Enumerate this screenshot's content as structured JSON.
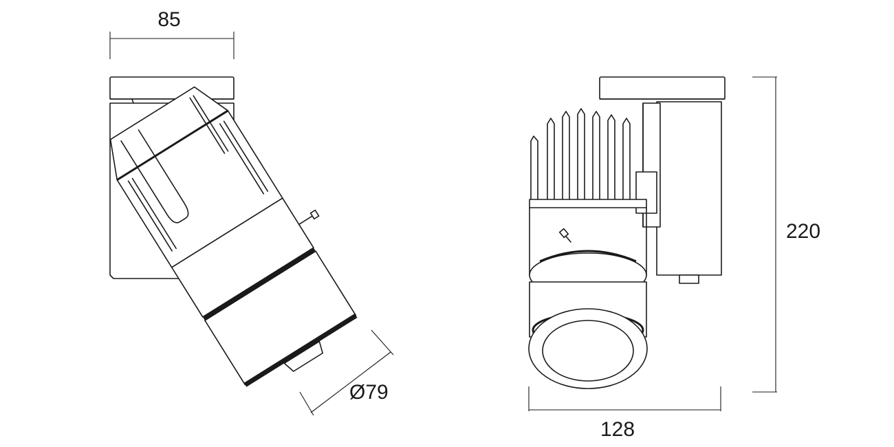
{
  "dimensions": {
    "front_width": "85",
    "lens_diameter": "Ø79",
    "side_height": "220",
    "side_width": "128"
  }
}
